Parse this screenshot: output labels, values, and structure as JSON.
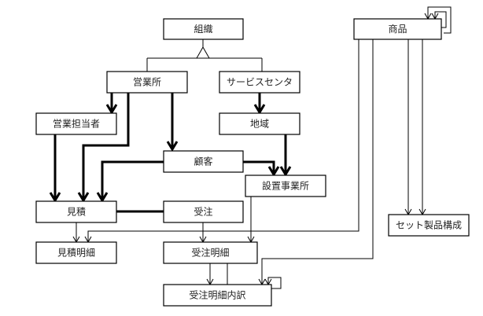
{
  "diagram": {
    "type": "entity-relationship",
    "entities": [
      {
        "id": "soshiki",
        "label": "組織"
      },
      {
        "id": "eigyosho",
        "label": "営業所"
      },
      {
        "id": "service_center",
        "label": "サービスセンタ"
      },
      {
        "id": "eigyo_tanto",
        "label": "営業担当者"
      },
      {
        "id": "chiiki",
        "label": "地域"
      },
      {
        "id": "kokyaku",
        "label": "顧客"
      },
      {
        "id": "secchi_jigyosho",
        "label": "設置事業所"
      },
      {
        "id": "mitsumori",
        "label": "見積"
      },
      {
        "id": "juchu",
        "label": "受注"
      },
      {
        "id": "mitsumori_meisai",
        "label": "見積明細"
      },
      {
        "id": "juchu_meisai",
        "label": "受注明細"
      },
      {
        "id": "juchu_meisai_uchiwake",
        "label": "受注明細内訳"
      },
      {
        "id": "shohin",
        "label": "商品"
      },
      {
        "id": "set_seihin_kosei",
        "label": "セット製品構成"
      }
    ],
    "relationships": [
      {
        "from": "soshiki",
        "to": "eigyosho",
        "kind": "generalization"
      },
      {
        "from": "soshiki",
        "to": "service_center",
        "kind": "generalization"
      },
      {
        "from": "eigyosho",
        "to": "eigyo_tanto",
        "kind": "one-to-many",
        "weight": "thick"
      },
      {
        "from": "eigyosho",
        "to": "mitsumori",
        "kind": "one-to-many",
        "weight": "thick"
      },
      {
        "from": "eigyosho",
        "to": "kokyaku",
        "kind": "one-to-many",
        "weight": "thick"
      },
      {
        "from": "service_center",
        "to": "chiiki",
        "kind": "one-to-many",
        "weight": "thick"
      },
      {
        "from": "eigyo_tanto",
        "to": "mitsumori",
        "kind": "one-to-many",
        "weight": "thick"
      },
      {
        "from": "kokyaku",
        "to": "mitsumori",
        "kind": "one-to-many",
        "weight": "thick"
      },
      {
        "from": "kokyaku",
        "to": "secchi_jigyosho",
        "kind": "one-to-many",
        "weight": "thick"
      },
      {
        "from": "chiiki",
        "to": "secchi_jigyosho",
        "kind": "one-to-many",
        "weight": "thick"
      },
      {
        "from": "mitsumori",
        "to": "juchu",
        "kind": "one-to-one",
        "weight": "thick"
      },
      {
        "from": "mitsumori",
        "to": "mitsumori_meisai",
        "kind": "one-to-many",
        "weight": "thin"
      },
      {
        "from": "juchu",
        "to": "juchu_meisai",
        "kind": "one-to-many",
        "weight": "thin"
      },
      {
        "from": "secchi_jigyosho",
        "to": "juchu_meisai",
        "kind": "one-to-many",
        "weight": "thin"
      },
      {
        "from": "shohin",
        "to": "mitsumori_meisai",
        "kind": "one-to-many",
        "weight": "thin"
      },
      {
        "from": "shohin",
        "to": "juchu_meisai_uchiwake",
        "kind": "one-to-many",
        "weight": "thin"
      },
      {
        "from": "shohin",
        "to": "set_seihin_kosei",
        "kind": "one-to-many",
        "weight": "thin"
      },
      {
        "from": "shohin",
        "to": "set_seihin_kosei",
        "kind": "one-to-many",
        "weight": "thin"
      },
      {
        "from": "shohin",
        "to": "shohin",
        "kind": "recursive",
        "weight": "thin"
      },
      {
        "from": "juchu_meisai",
        "to": "juchu_meisai_uchiwake",
        "kind": "one-to-many",
        "weight": "thin"
      },
      {
        "from": "juchu_meisai",
        "to": "juchu_meisai_uchiwake",
        "kind": "one-to-one",
        "weight": "thin"
      },
      {
        "from": "juchu_meisai_uchiwake",
        "to": "juchu_meisai_uchiwake",
        "kind": "recursive",
        "weight": "thin"
      }
    ]
  }
}
